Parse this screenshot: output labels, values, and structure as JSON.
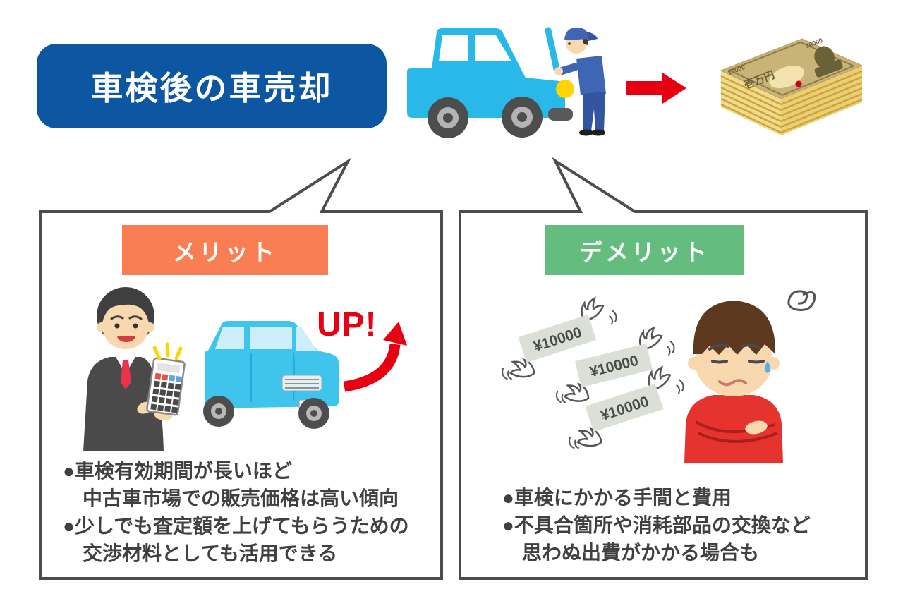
{
  "title": {
    "label": "車検後の車売却"
  },
  "scene": {
    "money_bill_text": "壱万円",
    "money_corner_text": "10000"
  },
  "merit": {
    "header_label": "メリット",
    "up_label": "UP!",
    "bullet_lines": [
      "●車検有効期間が長いほど",
      "中古車市場での販売価格は高い傾向",
      "●少しでも査定額を上げてもらうための",
      "交渉材料としても活用できる"
    ]
  },
  "demerit": {
    "header_label": "デメリット",
    "bill_label": "¥10000",
    "bullet_lines": [
      "●車検にかかる手間と費用",
      "●不具合箇所や消耗部品の交換など",
      "思わぬ出費がかかる場合も"
    ]
  },
  "colors": {
    "title_blue": "#0d56a2",
    "merit_orange": "#f97e54",
    "demerit_green": "#64bc7e",
    "accent_red": "#e60012",
    "car_cyan": "#29b9e8",
    "merit_car_cyan": "#3fc4ee",
    "box_border_gray": "#4d4d4d",
    "body_text_gray": "#404040",
    "money_tan": "#c9b478",
    "flying_bill_gray": "#dbe0d6"
  }
}
